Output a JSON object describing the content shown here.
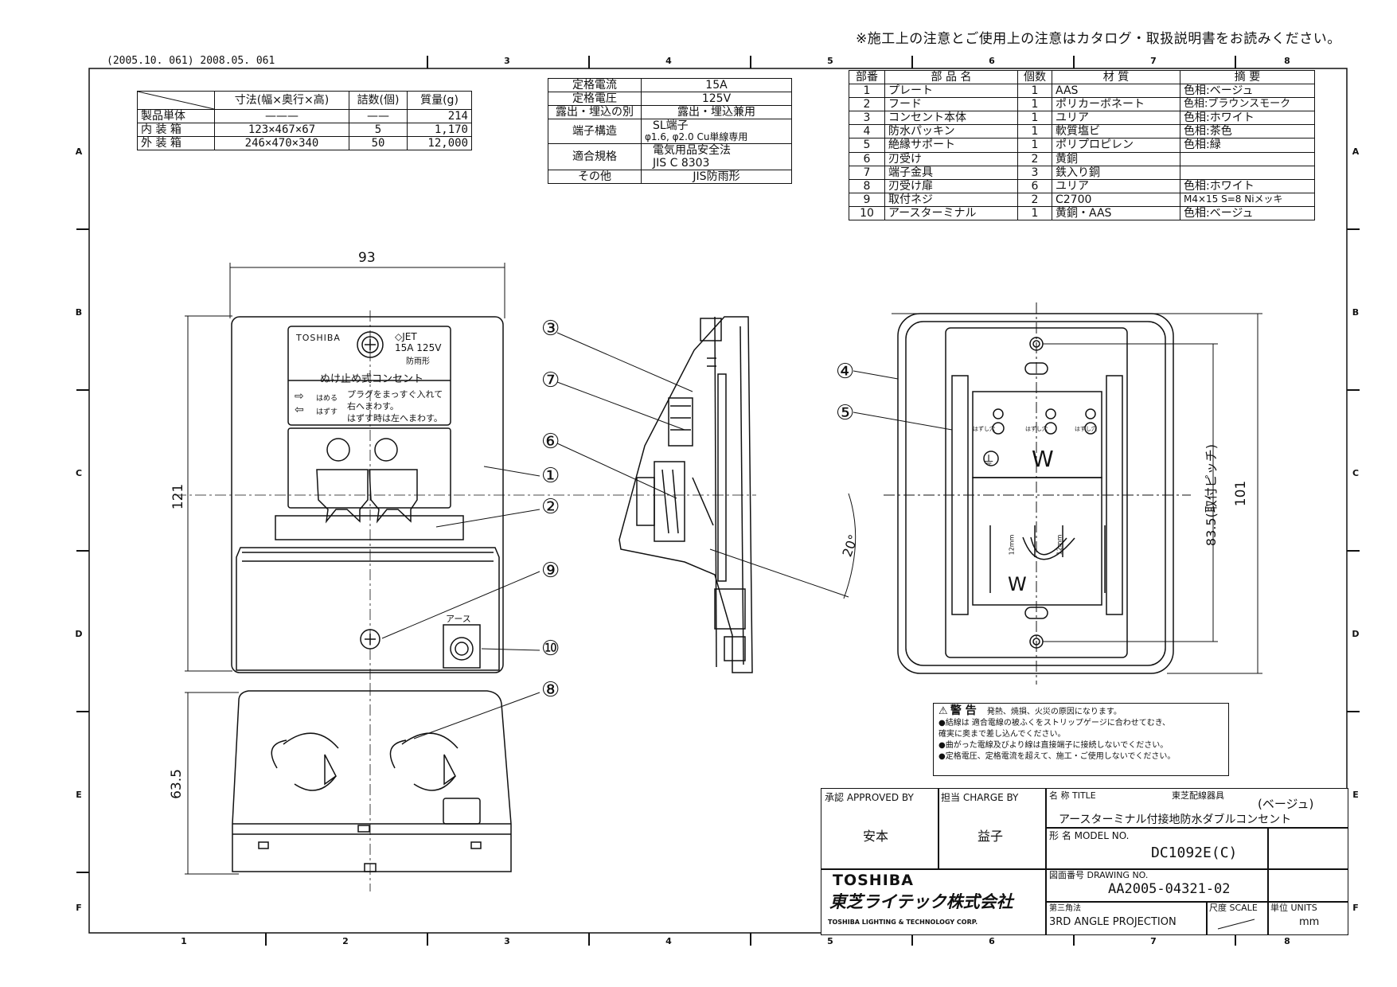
{
  "header": {
    "note": "※施工上の注意とご使用上の注意はカタログ・取扱説明書をお読みください。",
    "revision": "(2005.10.  061)  2008.05.  061"
  },
  "frame": {
    "col_markers": [
      "1",
      "2",
      "3",
      "4",
      "5",
      "6",
      "7",
      "8"
    ],
    "row_markers": [
      "A",
      "B",
      "C",
      "D",
      "E",
      "F"
    ]
  },
  "packaging_table": {
    "headers": [
      "寸法(幅×奥行×高)",
      "詰数(個)",
      "質量(g)"
    ],
    "rows": [
      {
        "label": "製品単体",
        "dims": "———",
        "qty": "——",
        "mass": "214"
      },
      {
        "label": "内 装 箱",
        "dims": "123×467×67",
        "qty": "5",
        "mass": "1,170"
      },
      {
        "label": "外 装 箱",
        "dims": "246×470×340",
        "qty": "50",
        "mass": "12,000"
      }
    ]
  },
  "spec_table": {
    "rows": [
      {
        "label": "定格電流",
        "value": "15A"
      },
      {
        "label": "定格電圧",
        "value": "125V"
      },
      {
        "label": "露出・埋込の別",
        "value": "露出・埋込兼用"
      },
      {
        "label": "端子構造",
        "value": "SL端子",
        "value2": "φ1.6, φ2.0 Cu単線専用"
      },
      {
        "label": "適合規格",
        "value": "電気用品安全法",
        "value2": "JIS C 8303"
      },
      {
        "label": "その他",
        "value": "JIS防雨形"
      }
    ]
  },
  "parts_table": {
    "headers": [
      "部番",
      "部 品 名",
      "個数",
      "材 質",
      "摘 要"
    ],
    "rows": [
      {
        "no": "1",
        "name": "プレート",
        "qty": "1",
        "material": "AAS",
        "note": "色相:ベージュ"
      },
      {
        "no": "2",
        "name": "フード",
        "qty": "1",
        "material": "ポリカーボネート",
        "note": "色相:ブラウンスモーク"
      },
      {
        "no": "3",
        "name": "コンセント本体",
        "qty": "1",
        "material": "ユリア",
        "note": "色相:ホワイト"
      },
      {
        "no": "4",
        "name": "防水パッキン",
        "qty": "1",
        "material": "軟質塩ビ",
        "note": "色相:茶色"
      },
      {
        "no": "5",
        "name": "絶縁サポート",
        "qty": "1",
        "material": "ポリプロピレン",
        "note": "色相:緑"
      },
      {
        "no": "6",
        "name": "刃受け",
        "qty": "2",
        "material": "黄銅",
        "note": ""
      },
      {
        "no": "7",
        "name": "端子金具",
        "qty": "3",
        "material": "鉄入り銅",
        "note": ""
      },
      {
        "no": "8",
        "name": "刃受け扉",
        "qty": "6",
        "material": "ユリア",
        "note": "色相:ホワイト"
      },
      {
        "no": "9",
        "name": "取付ネジ",
        "qty": "2",
        "material": "C2700",
        "note": "M4×15 S=8 Niメッキ"
      },
      {
        "no": "10",
        "name": "アースターミナル",
        "qty": "1",
        "material": "黄銅・AAS",
        "note": "色相:ベージュ"
      }
    ]
  },
  "front_view": {
    "brand": "TOSHIBA",
    "cert": "◇JET",
    "rating": "15A 125V",
    "rain": "防雨形",
    "label_title": "ぬけ止め式コンセント",
    "insert": "はめる",
    "remove": "はずす",
    "instruction_1": "プラグをまっすぐ入れて",
    "instruction_2": "右へまわす。",
    "instruction_3": "はずす時は左へまわす。",
    "earth_label": "アース"
  },
  "dimensions": {
    "width": "93",
    "height": "121",
    "depth": "63.5",
    "angle": "20°",
    "pitch": "83.5(取付ピッチ)",
    "outer": "101",
    "strip_1": "12mm",
    "strip_2": "12mm"
  },
  "back_view": {
    "release_1": "はずし穴",
    "release_2": "はずし穴",
    "release_3": "はずし穴",
    "mark_w_upper": "W",
    "mark_w_lower": "W"
  },
  "callouts": [
    "①",
    "②",
    "③",
    "④",
    "⑤",
    "⑥",
    "⑦",
    "⑧",
    "⑨",
    "⑩"
  ],
  "warning": {
    "heading": "警 告",
    "sub": "発熱、焼損、火災の原因になります。",
    "lines": [
      "●結線は 適合電線の被ふくをストリップゲージに合わせてむき、",
      "  確実に奥まで差し込んでください。",
      "●曲がった電線及びより線は直接端子に接続しないでください。",
      "●定格電圧、定格電流を超えて、施工・ご使用しないでください。"
    ]
  },
  "title_block": {
    "approved_label": "承認 APPROVED BY",
    "approved": "安本",
    "charge_label": "担当 CHARGE BY",
    "charge": "益子",
    "title_label": "名 称 TITLE",
    "category": "東芝配線器具",
    "color": "(ベージュ)",
    "title": "アースターミナル付接地防水ダブルコンセント",
    "model_label": "形 名 MODEL NO.",
    "model": "DC1092E(C)",
    "company_en": "TOSHIBA",
    "company_jp": "東芝ライテック株式会社",
    "company_full": "TOSHIBA LIGHTING & TECHNOLOGY CORP.",
    "drawing_label": "図面番号 DRAWING NO.",
    "drawing": "AA2005-04321-02",
    "projection_label": "第三角法",
    "projection": "3RD ANGLE PROJECTION",
    "scale_label": "尺度 SCALE",
    "units_label": "単位 UNITS",
    "units": "mm"
  }
}
